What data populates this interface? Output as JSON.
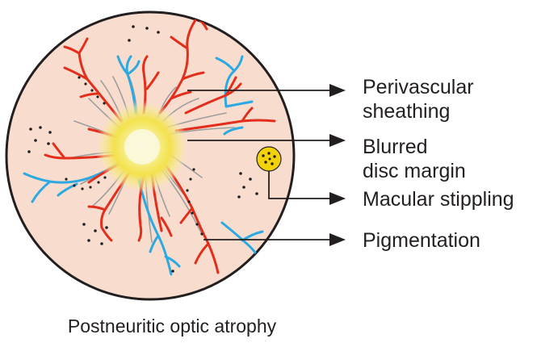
{
  "labels": {
    "perivascular": [
      "Perivascular",
      "sheathing"
    ],
    "blurred": [
      "Blurred",
      "disc margin"
    ],
    "macular": "Macular stippling",
    "pigmentation": "Pigmentation"
  },
  "caption": "Postneuritic optic atrophy",
  "colors": {
    "fundus_fill": "#f8ddce",
    "fundus_border": "#231f20",
    "artery": "#e32e1c",
    "vein": "#2ba9e0",
    "sheath": "#9e9e9e",
    "disc_glow": "#f5e24b",
    "macula": "#f4d20a",
    "pigment": "#231f20",
    "arrow": "#231f20"
  }
}
